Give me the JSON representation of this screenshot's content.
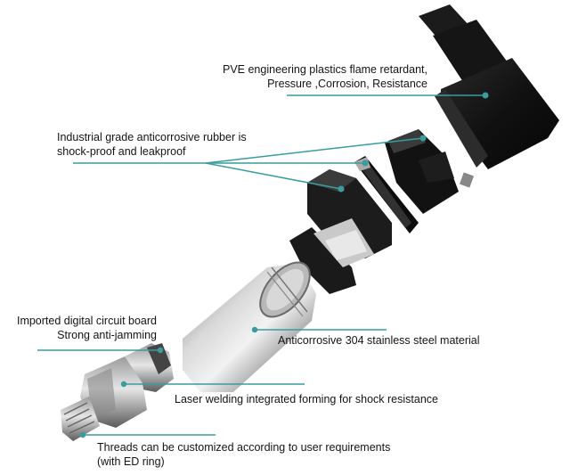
{
  "diagram": {
    "subject": "Pressure transmitter exploded view",
    "accent_color": "#3a9c9c",
    "callouts": [
      {
        "id": "connector-housing",
        "lines": [
          "PVE engineering plastics flame retardant,",
          "Pressure ,Corrosion, Resistance"
        ]
      },
      {
        "id": "rubber-seals",
        "lines": [
          "Industrial grade anticorrosive rubber is",
          "shock-proof and leakproof"
        ]
      },
      {
        "id": "circuit-board",
        "lines": [
          "Imported digital circuit board",
          "Strong anti-jamming"
        ]
      },
      {
        "id": "steel-shell",
        "lines": [
          "Anticorrosive 304 stainless steel material"
        ]
      },
      {
        "id": "laser-welding",
        "lines": [
          "Laser welding integrated forming for shock resistance"
        ]
      },
      {
        "id": "threads",
        "lines": [
          "Threads can be customized according to user requirements",
          "(with ED ring)"
        ]
      }
    ]
  }
}
